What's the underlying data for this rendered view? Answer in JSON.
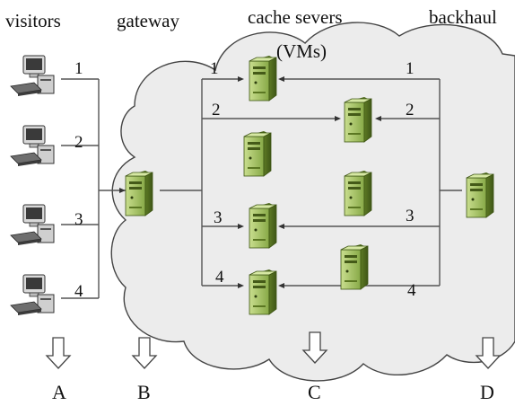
{
  "headers": {
    "visitors": "visitors",
    "gateway": "gateway",
    "cache_line1": "cache severs",
    "cache_line2": "(VMs)",
    "backhaul": "backhaul"
  },
  "visitor_numbers": [
    "1",
    "2",
    "3",
    "4"
  ],
  "left_path_numbers": [
    "1",
    "2",
    "3",
    "4"
  ],
  "right_path_numbers": [
    "1",
    "2",
    "3",
    "4"
  ],
  "bottom_labels": {
    "a": "A",
    "b": "B",
    "c": "C",
    "d": "D"
  },
  "colors": {
    "cloud_fill": "#ececec",
    "cloud_stroke": "#444444",
    "server_light": "#b9d27a",
    "server_dark": "#6f8f2e",
    "wire": "#555555"
  },
  "icons": {
    "visitor": "desktop-computer-icon",
    "server": "server-tower-icon",
    "arrow": "down-arrow-icon"
  }
}
